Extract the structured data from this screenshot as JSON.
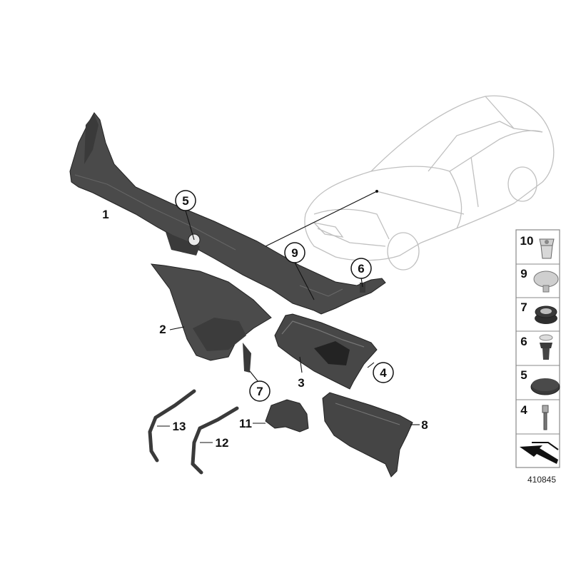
{
  "callouts": {
    "c1": "1",
    "c2": "2",
    "c3": "3",
    "c4": "4",
    "c5": "5",
    "c6": "6",
    "c7": "7",
    "c8": "8",
    "c9": "9",
    "c11": "11",
    "c12": "12",
    "c13": "13"
  },
  "side_panel": {
    "items": [
      {
        "label": "10",
        "icon": "push-rivet-icon"
      },
      {
        "label": "9",
        "icon": "mushroom-clip-icon"
      },
      {
        "label": "7",
        "icon": "grommet-icon"
      },
      {
        "label": "6",
        "icon": "expansion-rivet-icon"
      },
      {
        "label": "5",
        "icon": "blind-plug-icon"
      },
      {
        "label": "4",
        "icon": "blind-rivet-icon"
      }
    ]
  },
  "diagram_number": "410845",
  "colors": {
    "part_fill": "#4a4a4a",
    "part_dark": "#2e2e2e",
    "car_outline": "#bdbdbd",
    "panel_border": "#888888"
  }
}
